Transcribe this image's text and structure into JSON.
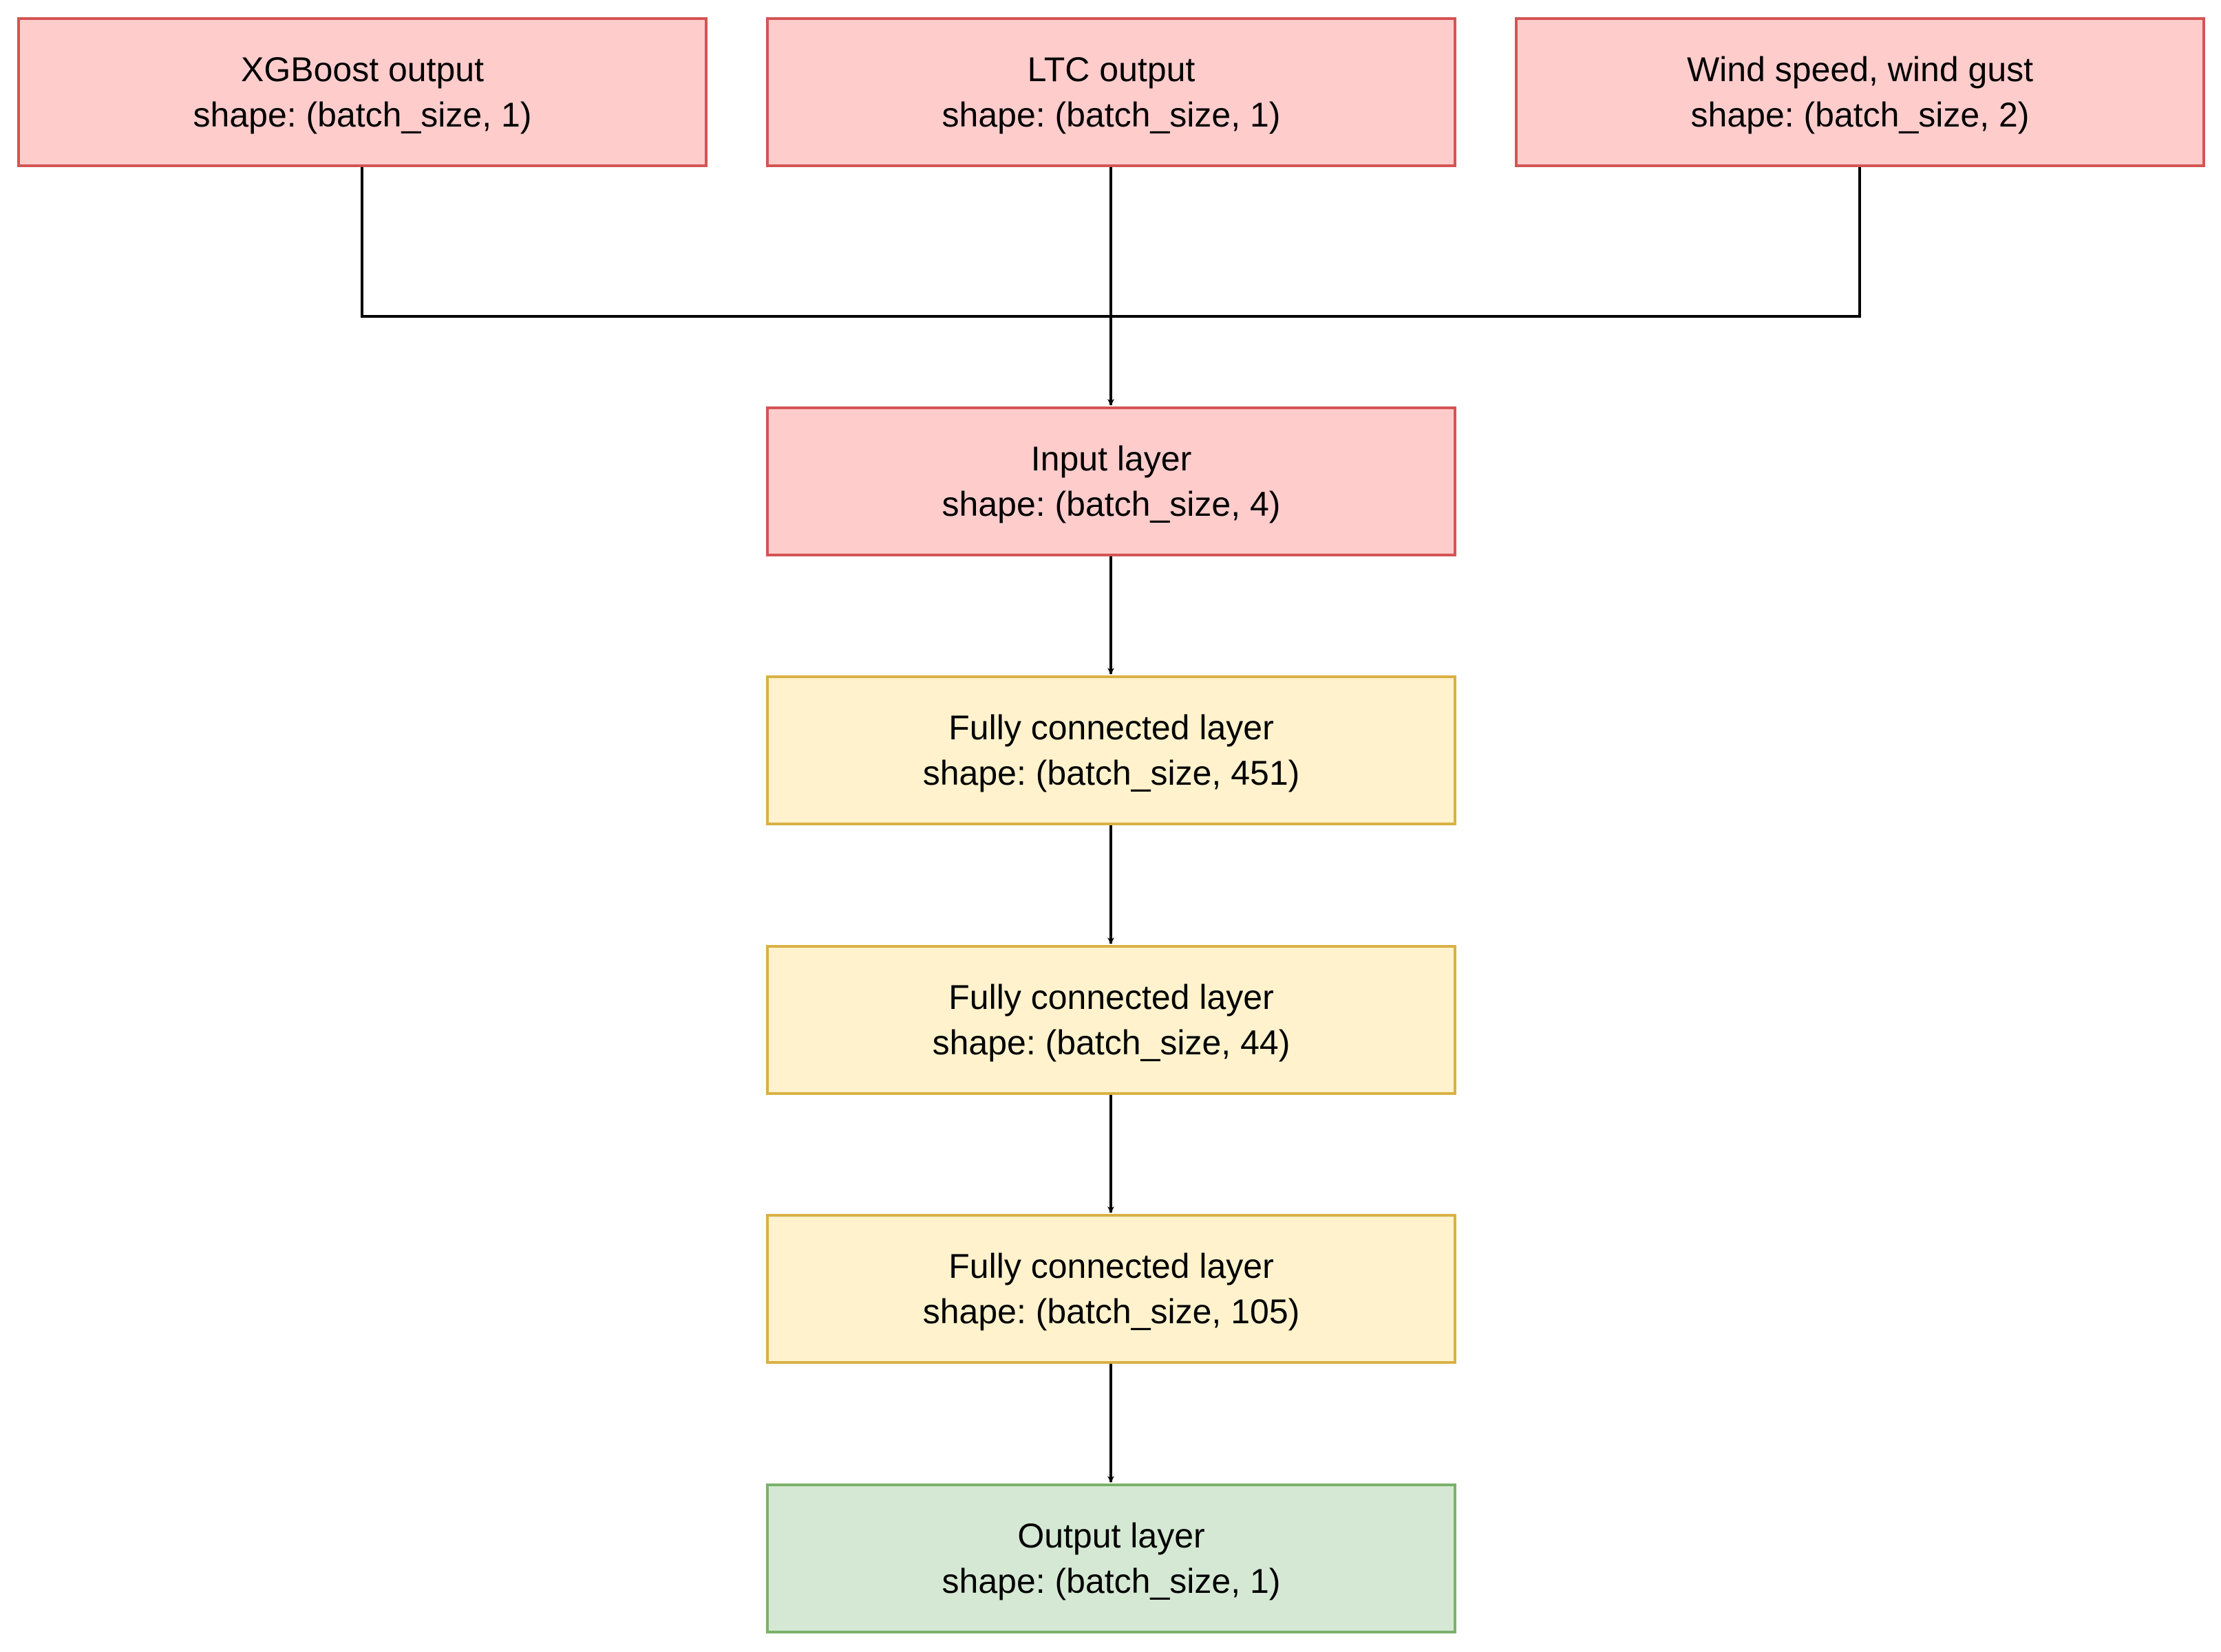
{
  "diagram": {
    "colors": {
      "input_fill": "#ffcccc",
      "input_border": "#d45454",
      "hidden_fill": "#fff2cc",
      "hidden_border": "#d9b144",
      "output_fill": "#d5e8d4",
      "output_border": "#7ab26a",
      "edge": "#000000"
    },
    "nodes": {
      "xgboost": {
        "title": "XGBoost output",
        "shape": "shape: (batch_size, 1)"
      },
      "ltc": {
        "title": "LTC output",
        "shape": "shape: (batch_size, 1)"
      },
      "wind": {
        "title": "Wind speed, wind gust",
        "shape": "shape: (batch_size, 2)"
      },
      "input": {
        "title": "Input layer",
        "shape": "shape: (batch_size, 4)"
      },
      "fc1": {
        "title": "Fully connected layer",
        "shape": "shape: (batch_size, 451)"
      },
      "fc2": {
        "title": "Fully connected layer",
        "shape": "shape: (batch_size, 44)"
      },
      "fc3": {
        "title": "Fully connected layer",
        "shape": "shape: (batch_size, 105)"
      },
      "output": {
        "title": "Output layer",
        "shape": "shape: (batch_size, 1)"
      }
    },
    "edges": [
      {
        "from": "xgboost",
        "to": "input"
      },
      {
        "from": "ltc",
        "to": "input"
      },
      {
        "from": "wind",
        "to": "input"
      },
      {
        "from": "input",
        "to": "fc1"
      },
      {
        "from": "fc1",
        "to": "fc2"
      },
      {
        "from": "fc2",
        "to": "fc3"
      },
      {
        "from": "fc3",
        "to": "output"
      }
    ]
  }
}
